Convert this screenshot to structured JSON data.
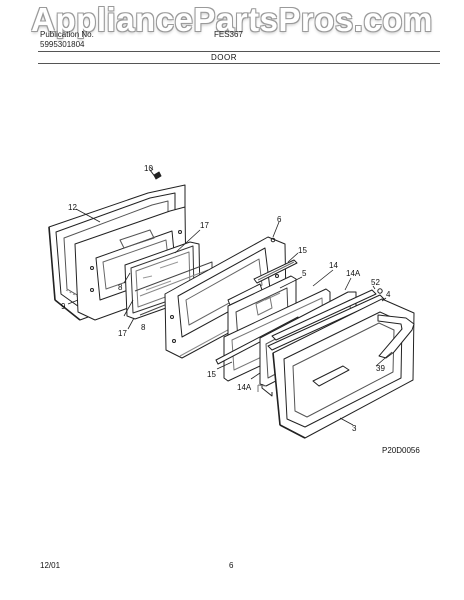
{
  "watermark": "AppliancePartsPros.com",
  "header": {
    "publication_label": "Publication No.",
    "publication_no": "5995301804",
    "model": "FES367",
    "section_title": "DOOR"
  },
  "callouts": {
    "c10": "10",
    "c12": "12",
    "c9": "9",
    "c17a": "17",
    "c8a": "8",
    "c17b": "17",
    "c8b": "8",
    "c6": "6",
    "c15a": "15",
    "c5": "5",
    "c14": "14",
    "c14a_top": "14A",
    "c52": "52",
    "c4": "4",
    "c39": "39",
    "c15b": "15",
    "c14a_bottom": "14A",
    "c3": "3"
  },
  "diagram_code": "P20D0056",
  "footer": {
    "date": "12/01",
    "page": "6"
  }
}
